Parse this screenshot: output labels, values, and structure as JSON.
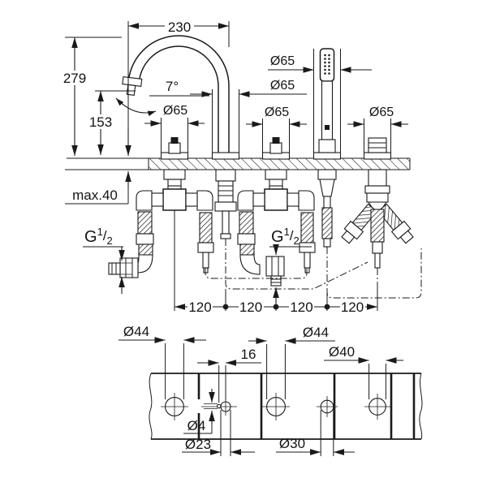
{
  "drawing": {
    "elevation": {
      "reach": "230",
      "height": "279",
      "spout_outlet_height": "153",
      "spout_angle": "7°",
      "deck_thickness": "max.40",
      "rosettes": {
        "handle_left": "Ø65",
        "spout": "Ø65",
        "handle_right": "Ø65",
        "handshower": "Ø65",
        "diverter": "Ø65"
      },
      "thread": {
        "base": "G",
        "numerator": "1",
        "slash": "/",
        "denominator": "2"
      },
      "spacings": {
        "s1": "120",
        "s2": "120",
        "s3": "120",
        "s4": "120"
      }
    },
    "plan": {
      "holes": {
        "h1": "Ø44",
        "h2": "Ø23",
        "h3": "Ø44",
        "h4": "Ø30",
        "h5": "Ø40"
      },
      "pilot_hole": "Ø4",
      "pilot_offset": "16"
    }
  }
}
